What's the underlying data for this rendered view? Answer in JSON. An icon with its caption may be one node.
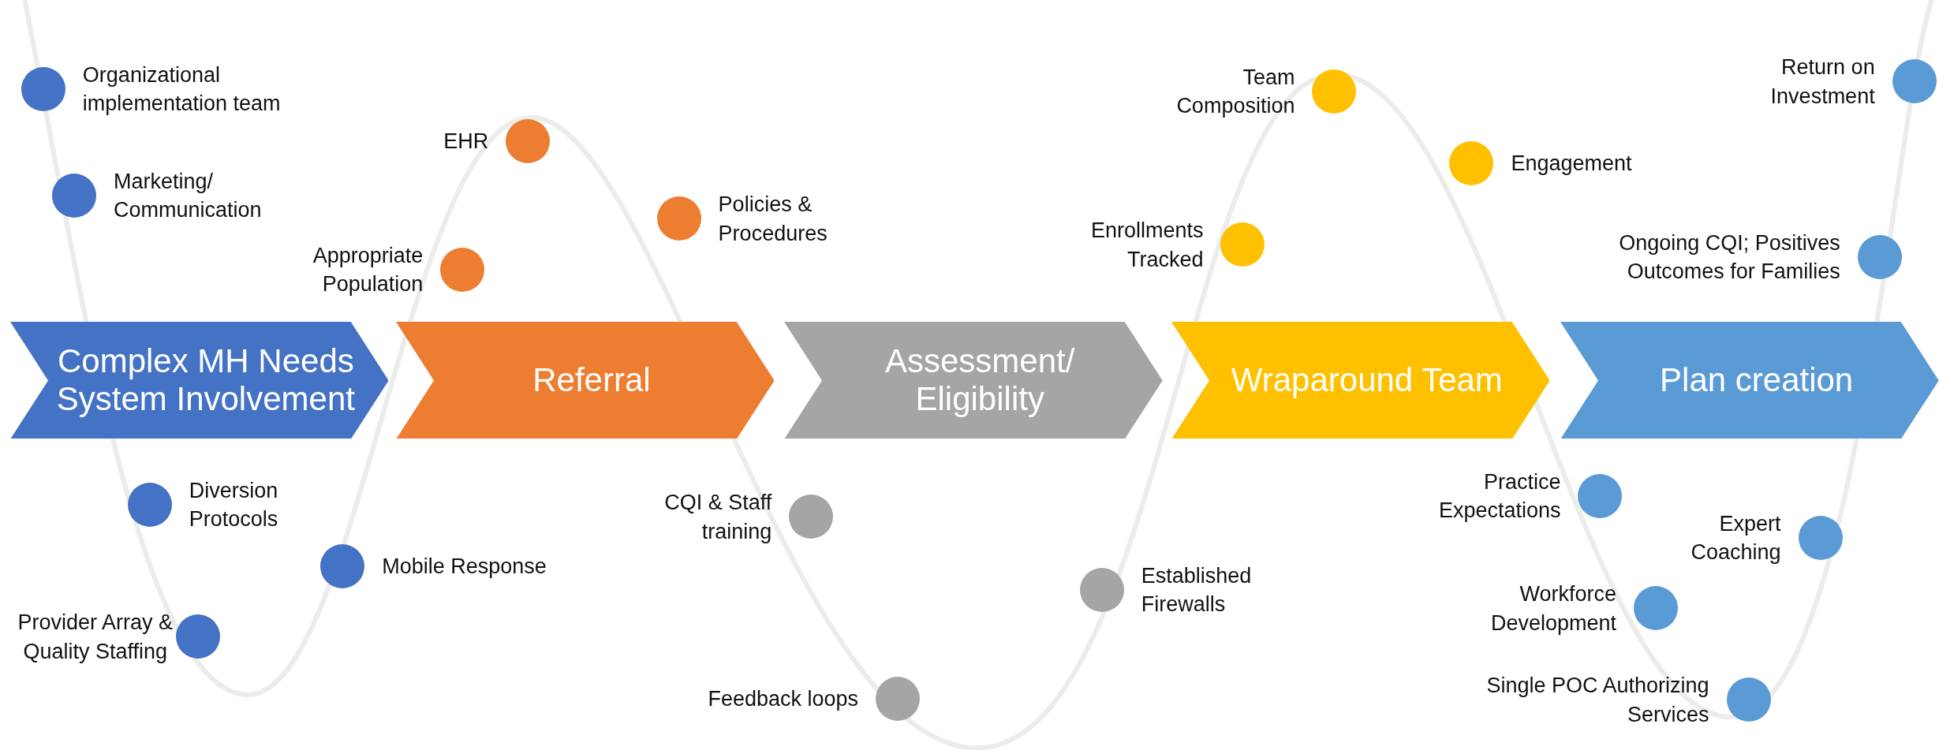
{
  "diagram": {
    "nodes": [
      {
        "text": [
          "Complex MH Needs System Involvement"
        ]
      },
      {
        "text": [
          "Referral"
        ]
      },
      {
        "text": [
          "Assessment/ Eligibility"
        ]
      },
      {
        "text": [
          "Wraparound Team"
        ]
      },
      {
        "text": [
          "Plan creation"
        ]
      },
      {
        "text": [],
        "shape": "circle",
        "beside": [
          "Organizational implementation team"
        ]
      },
      {
        "text": [],
        "shape": "circle",
        "beside": [
          "Marketing/ Communication"
        ]
      },
      {
        "text": [],
        "shape": "circle",
        "beside": [
          "Diversion Protocols"
        ]
      },
      {
        "text": [],
        "shape": "circle",
        "beside": [
          "Provider Array & Quality Staffing"
        ]
      },
      {
        "text": [],
        "shape": "circle",
        "beside": [
          "Mobile Response"
        ]
      },
      {
        "text": [],
        "shape": "circle",
        "beside": [
          "Appropriate Population"
        ]
      },
      {
        "text": [],
        "shape": "circle",
        "beside": [
          "EHR"
        ]
      },
      {
        "text": [],
        "shape": "circle",
        "beside": [
          "Policies & Procedures"
        ]
      },
      {
        "text": [],
        "shape": "circle",
        "beside": [
          "CQI & Staff training"
        ]
      },
      {
        "text": [],
        "shape": "circle",
        "beside": [
          "Feedback loops"
        ]
      },
      {
        "text": [],
        "shape": "circle",
        "beside": [
          "Established Firewalls"
        ]
      },
      {
        "text": [],
        "shape": "circle",
        "beside": [
          "Enrollments Tracked"
        ]
      },
      {
        "text": [],
        "shape": "circle",
        "beside": [
          "Team Composition"
        ]
      },
      {
        "text": [],
        "shape": "circle",
        "beside": [
          "Engagement"
        ]
      },
      {
        "text": [],
        "shape": "circle",
        "beside": [
          "Practice Expectations"
        ]
      },
      {
        "text": [],
        "shape": "circle",
        "beside": [
          "Workforce Development"
        ]
      },
      {
        "text": [],
        "shape": "circle",
        "beside": [
          "Single POC Authorizing Services"
        ]
      },
      {
        "text": [],
        "shape": "circle",
        "beside": [
          "Expert Coaching"
        ]
      },
      {
        "text": [],
        "shape": "circle",
        "beside": [
          "Ongoing CQI; Positives Outcomes for Families"
        ]
      },
      {
        "text": [],
        "shape": "circle",
        "beside": [
          "Return on Investment"
        ]
      }
    ],
    "edges": []
  }
}
